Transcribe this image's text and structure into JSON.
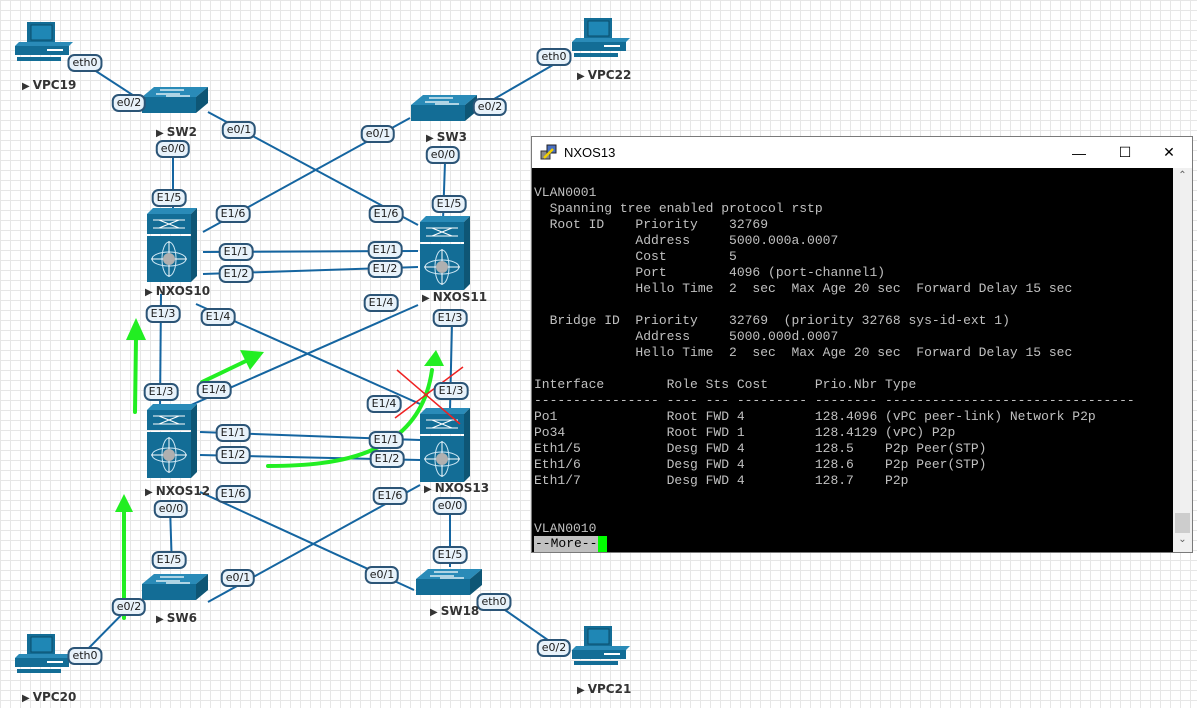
{
  "topology": {
    "nodes": [
      {
        "id": "VPC19",
        "type": "pc",
        "label": "VPC19"
      },
      {
        "id": "VPC22",
        "type": "pc",
        "label": "VPC22"
      },
      {
        "id": "VPC20",
        "type": "pc",
        "label": "VPC20"
      },
      {
        "id": "VPC21",
        "type": "pc",
        "label": "VPC21"
      },
      {
        "id": "SW2",
        "type": "switch",
        "label": "SW2"
      },
      {
        "id": "SW3",
        "type": "switch",
        "label": "SW3"
      },
      {
        "id": "SW6",
        "type": "switch",
        "label": "SW6"
      },
      {
        "id": "SW18",
        "type": "switch",
        "label": "SW18"
      },
      {
        "id": "NXOS10",
        "type": "nexus",
        "label": "NXOS10"
      },
      {
        "id": "NXOS11",
        "type": "nexus",
        "label": "NXOS11"
      },
      {
        "id": "NXOS12",
        "type": "nexus",
        "label": "NXOS12"
      },
      {
        "id": "NXOS13",
        "type": "nexus",
        "label": "NXOS13"
      }
    ],
    "links": [
      {
        "a": "VPC19",
        "a_port": "eth0",
        "b": "SW2",
        "b_port": "e0/2"
      },
      {
        "a": "VPC22",
        "a_port": "eth0",
        "b": "SW3",
        "b_port": "e0/2"
      },
      {
        "a": "VPC20",
        "a_port": "eth0",
        "b": "SW6",
        "b_port": "e0/2"
      },
      {
        "a": "VPC21",
        "a_port": "eth0",
        "b": "SW18",
        "b_port": "e0/2"
      },
      {
        "a": "SW2",
        "a_port": "e0/0",
        "b": "NXOS10",
        "b_port": "E1/5"
      },
      {
        "a": "SW2",
        "a_port": "e0/1",
        "b": "NXOS11",
        "b_port": "E1/6"
      },
      {
        "a": "SW3",
        "a_port": "e0/0",
        "b": "NXOS11",
        "b_port": "E1/5"
      },
      {
        "a": "SW3",
        "a_port": "e0/1",
        "b": "NXOS10",
        "b_port": "E1/6"
      },
      {
        "a": "NXOS10",
        "a_port": "E1/1",
        "b": "NXOS11",
        "b_port": "E1/1"
      },
      {
        "a": "NXOS10",
        "a_port": "E1/2",
        "b": "NXOS11",
        "b_port": "E1/2"
      },
      {
        "a": "NXOS10",
        "a_port": "E1/3",
        "b": "NXOS12",
        "b_port": "E1/3"
      },
      {
        "a": "NXOS10",
        "a_port": "E1/4",
        "b": "NXOS13",
        "b_port": "E1/4"
      },
      {
        "a": "NXOS11",
        "a_port": "E1/3",
        "b": "NXOS13",
        "b_port": "E1/3",
        "blocked": true
      },
      {
        "a": "NXOS11",
        "a_port": "E1/4",
        "b": "NXOS12",
        "b_port": "E1/4"
      },
      {
        "a": "NXOS12",
        "a_port": "E1/1",
        "b": "NXOS13",
        "b_port": "E1/1"
      },
      {
        "a": "NXOS12",
        "a_port": "E1/2",
        "b": "NXOS13",
        "b_port": "E1/2"
      },
      {
        "a": "SW6",
        "a_port": "e0/0",
        "b": "NXOS12",
        "b_port": "E1/5"
      },
      {
        "a": "SW6",
        "a_port": "e0/1",
        "b": "NXOS13",
        "b_port": "E1/6"
      },
      {
        "a": "SW18",
        "a_port": "e0/0",
        "b": "NXOS13",
        "b_port": "E1/5"
      },
      {
        "a": "SW18",
        "a_port": "e0/1",
        "b": "NXOS12",
        "b_port": "E1/6"
      }
    ],
    "colors": {
      "device": "#136d96",
      "link": "#1565a0",
      "annotation_arrow": "#22ee22",
      "blocked_mark": "#ee2222"
    }
  },
  "terminal": {
    "title": "NXOS13",
    "lines": [
      "VLAN0001",
      "  Spanning tree enabled protocol rstp",
      "  Root ID    Priority    32769",
      "             Address     5000.000a.0007",
      "             Cost        5",
      "             Port        4096 (port-channel1)",
      "             Hello Time  2  sec  Max Age 20 sec  Forward Delay 15 sec",
      "",
      "  Bridge ID  Priority    32769  (priority 32768 sys-id-ext 1)",
      "             Address     5000.000d.0007",
      "             Hello Time  2  sec  Max Age 20 sec  Forward Delay 15 sec",
      "",
      "Interface        Role Sts Cost      Prio.Nbr Type",
      "---------------- ---- --- --------- -------- --------------------------------",
      "Po1              Root FWD 4         128.4096 (vPC peer-link) Network P2p",
      "Po34             Root FWD 1         128.4129 (vPC) P2p",
      "Eth1/5           Desg FWD 4         128.5    P2p Peer(STP)",
      "Eth1/6           Desg FWD 4         128.6    P2p Peer(STP)",
      "Eth1/7           Desg FWD 4         128.7    P2p",
      "",
      "",
      "VLAN0010"
    ],
    "more_prompt": "--More--",
    "controls": {
      "minimize": "—",
      "maximize": "☐",
      "close": "✕"
    },
    "colors": {
      "background": "#000000",
      "text": "#c0c0c0",
      "cursor": "#00ff00"
    }
  }
}
